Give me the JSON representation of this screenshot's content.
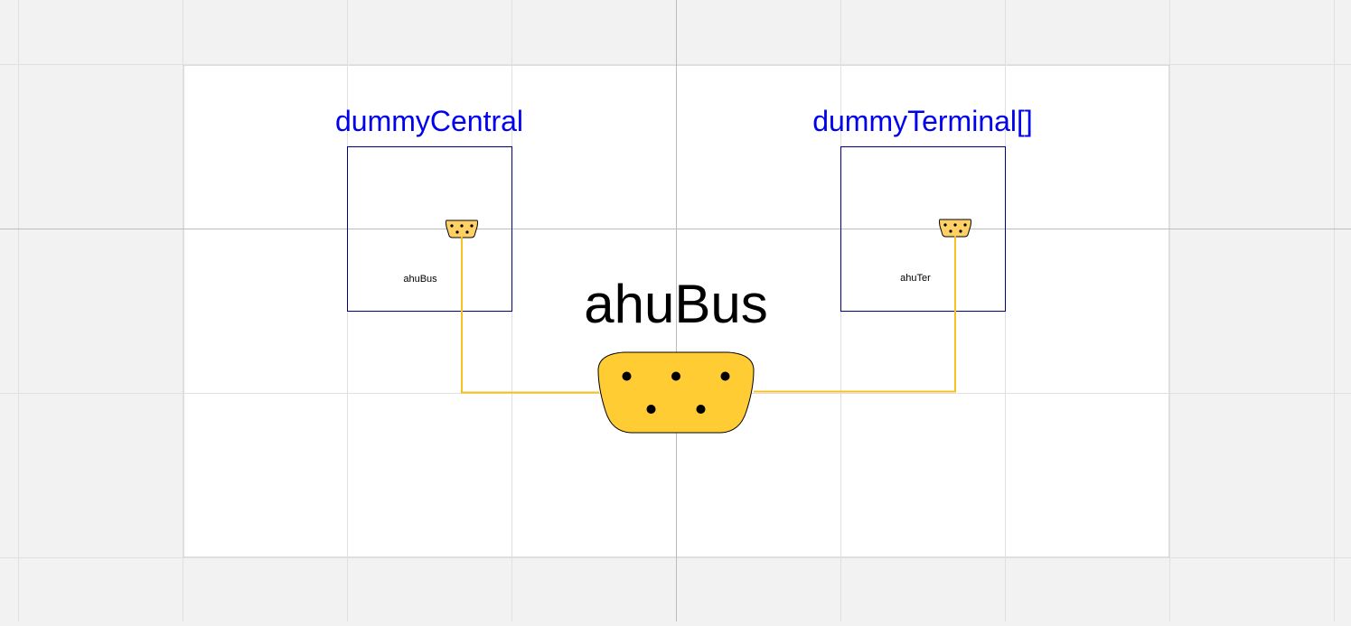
{
  "diagram": {
    "title": "ahuBus",
    "components": [
      {
        "id": "dummyCentral",
        "name": "dummyCentral",
        "port_label": "ahuBus"
      },
      {
        "id": "dummyTerminal",
        "name": "dummyTerminal[]",
        "port_label": "ahuTer"
      }
    ],
    "colors": {
      "canvas_background": "#f2f2f2",
      "diagram_background": "#ffffff",
      "grid_line": "#e0e0e0",
      "axis_line": "#bcbcbc",
      "component_border": "#000080",
      "component_name": "#0000ee",
      "bus_connector_fill": "#ffcc33",
      "bus_connector_fill_small": "#ffd066",
      "connection_line": "#f5c021",
      "pin": "#000000"
    }
  }
}
